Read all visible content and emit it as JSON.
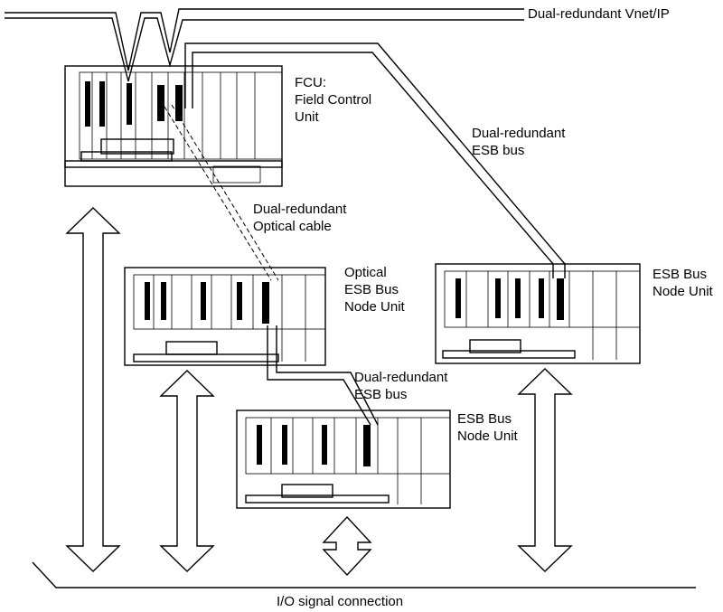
{
  "network_label": "Dual-redundant Vnet/IP",
  "fcu": {
    "lines": [
      "FCU:",
      "Field Control",
      "Unit"
    ]
  },
  "esb_bus_top": {
    "lines": [
      "Dual-redundant",
      "ESB bus"
    ]
  },
  "optical_cable": {
    "lines": [
      "Dual-redundant",
      "Optical cable"
    ]
  },
  "optical_node": {
    "lines": [
      "Optical",
      "ESB Bus",
      "Node Unit"
    ]
  },
  "right_node": {
    "lines": [
      "ESB Bus",
      "Node Unit"
    ]
  },
  "esb_bus_mid": {
    "lines": [
      "Dual-redundant",
      "ESB bus"
    ]
  },
  "lower_node": {
    "lines": [
      "ESB Bus",
      "Node Unit"
    ]
  },
  "io_label": "I/O signal connection"
}
